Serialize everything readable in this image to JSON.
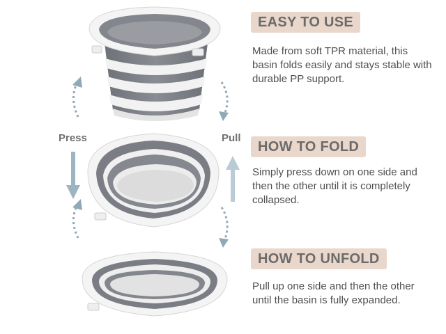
{
  "sections": [
    {
      "heading": "EASY TO USE",
      "text": "Made from soft TPR material, this basin folds easily and stays stable with durable PP support."
    },
    {
      "heading": "HOW TO FOLD",
      "text": "Simply press down on one side and then the other until it is completely collapsed."
    },
    {
      "heading": "HOW TO UNFOLD",
      "text": "Pull up one side and then the other until the basin is fully expanded."
    }
  ],
  "labels": {
    "press": "Press",
    "pull": "Pull"
  },
  "colors": {
    "heading_bg": "#ead7cb",
    "heading_text": "#6b6b6b",
    "body_text": "#4f4f4f",
    "bucket_gray": "#7d7f86",
    "bucket_white": "#f2f2f2",
    "arrow": "#8fa9b8"
  }
}
